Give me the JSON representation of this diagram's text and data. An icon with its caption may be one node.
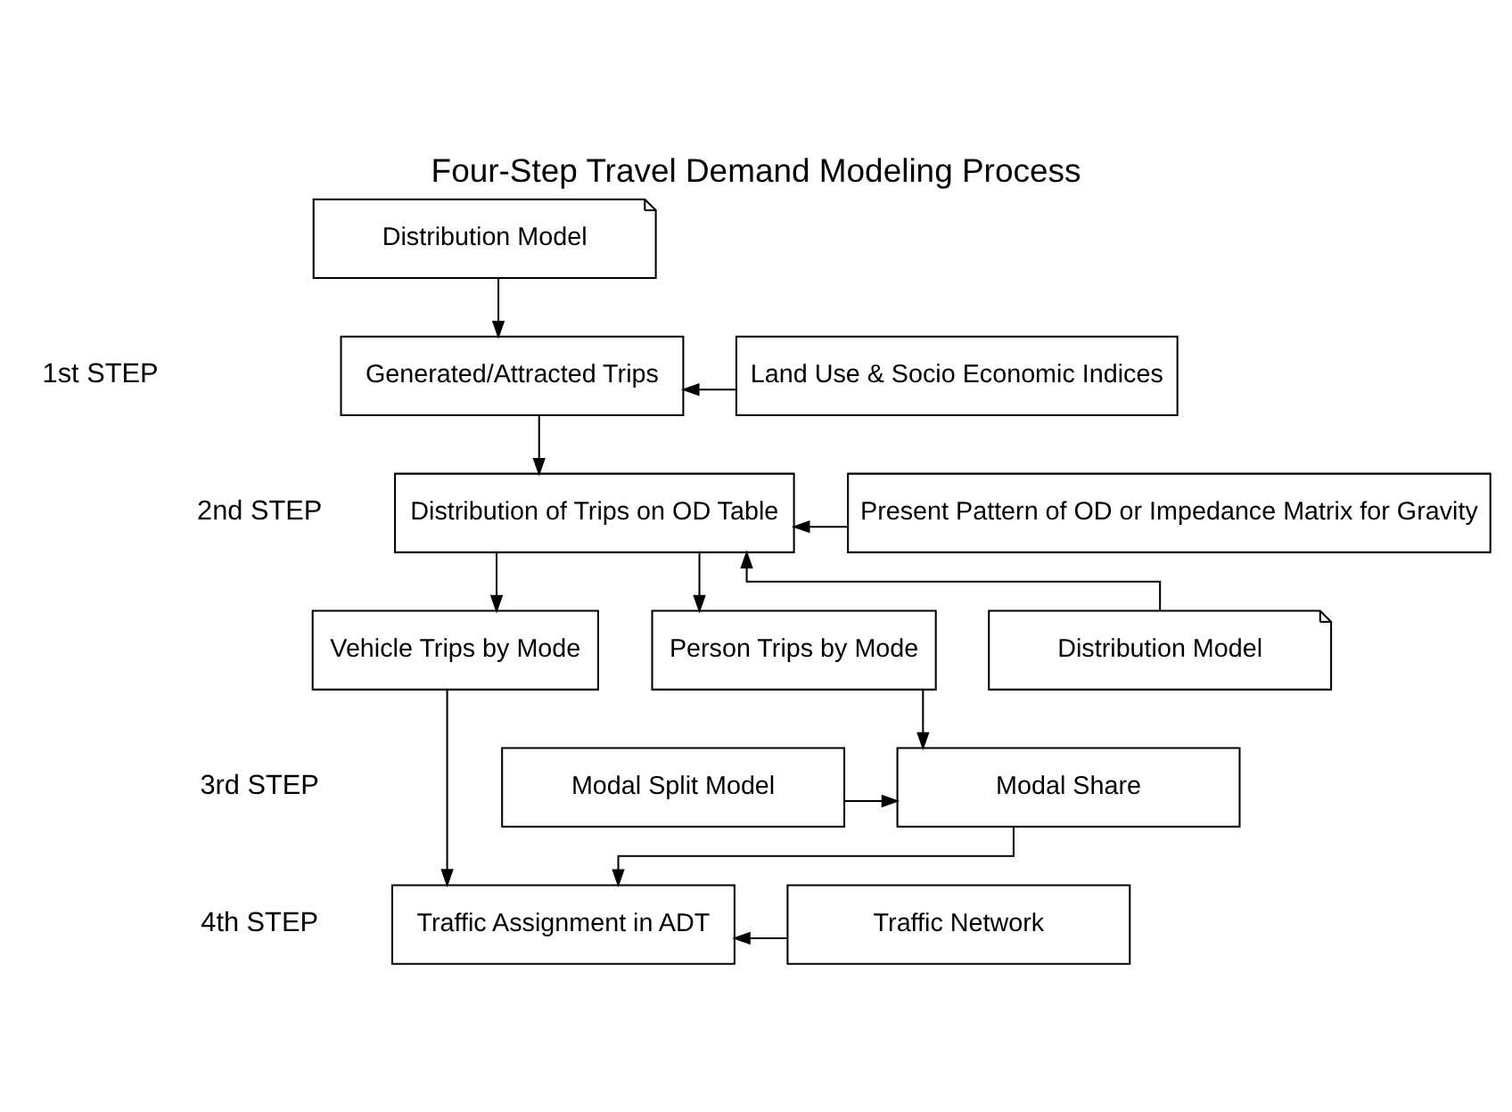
{
  "diagram": {
    "title": "Four-Step Travel Demand Modeling Process",
    "nodes": [
      {
        "text": [
          "Generated/Attracted Trips"
        ]
      },
      {
        "text": [
          "Land Use & Socio Economic Indices"
        ]
      },
      {
        "text": [
          "Distribution Model"
        ]
      },
      {
        "text": [
          "Distribution of Trips on OD Table"
        ]
      },
      {
        "text": [
          "Present Pattern of OD or Impedance Matrix for Gravity"
        ]
      },
      {
        "text": [
          "Vehicle Trips by Mode"
        ]
      },
      {
        "text": [
          "Person Trips by Mode"
        ]
      },
      {
        "text": [
          "Distribution Model"
        ]
      },
      {
        "text": [
          "Modal Share"
        ]
      },
      {
        "text": [
          "Modal Split Model"
        ]
      },
      {
        "text": [
          "Traffic Assignment in ADT"
        ]
      },
      {
        "text": [
          "Traffic Network"
        ]
      }
    ],
    "edges": [
      {
        "from": 1,
        "to": 0,
        "arrow": "to"
      },
      {
        "from": 2,
        "to": 0,
        "arrow": "to"
      },
      {
        "from": 0,
        "to": 3,
        "arrow": "to"
      },
      {
        "from": 4,
        "to": 3,
        "arrow": "to"
      },
      {
        "from": 7,
        "to": 3,
        "arrow": "to"
      },
      {
        "from": 3,
        "to": 5,
        "arrow": "to"
      },
      {
        "from": 3,
        "to": 6,
        "arrow": "to"
      },
      {
        "from": 6,
        "to": 8,
        "arrow": "to"
      },
      {
        "from": 9,
        "to": 8,
        "arrow": "to"
      },
      {
        "from": 5,
        "to": 10,
        "arrow": "to"
      },
      {
        "from": 8,
        "to": 10,
        "arrow": "to"
      },
      {
        "from": 11,
        "to": 10,
        "arrow": "to"
      }
    ],
    "labels": [
      "1st STEP",
      "2nd STEP",
      "3rd STEP",
      "4th STEP"
    ]
  }
}
